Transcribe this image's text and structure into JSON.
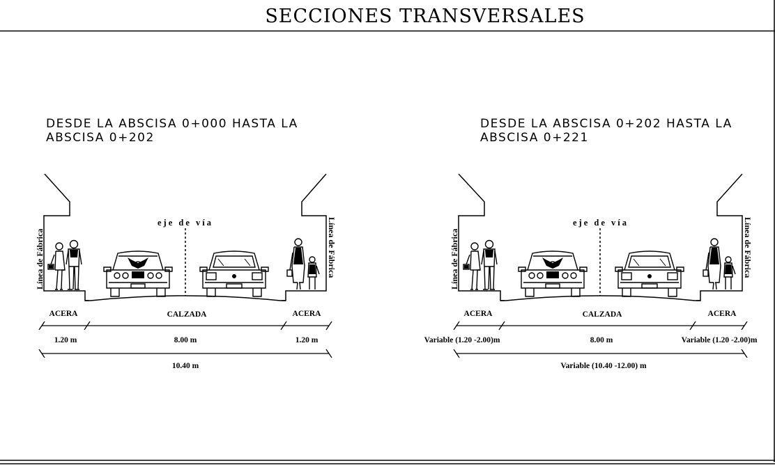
{
  "title": "SECCIONES TRANSVERSALES",
  "sections": [
    {
      "heading_line1": "DESDE LA ABSCISA 0+000 HASTA LA",
      "heading_line2": "ABSCISA 0+202",
      "axis_label": "eje de vía",
      "left_building_label": "Línea de Fábrica",
      "right_building_label": "Línea de Fábrica",
      "sidewalk_left_label": "ACERA",
      "roadway_label": "CALZADA",
      "sidewalk_right_label": "ACERA",
      "dim_sidewalk_left": "1.20 m",
      "dim_roadway": "8.00 m",
      "dim_sidewalk_right": "1.20 m",
      "dim_total": "10.40 m"
    },
    {
      "heading_line1": "DESDE LA ABSCISA 0+202 HASTA LA",
      "heading_line2": "ABSCISA 0+221",
      "axis_label": "eje de vía",
      "left_building_label": "Línea de Fábrica",
      "right_building_label": "Línea de Fábrica",
      "sidewalk_left_label": "ACERA",
      "roadway_label": "CALZADA",
      "sidewalk_right_label": "ACERA",
      "dim_sidewalk_left": "Variable (1.20 -2.00)m",
      "dim_roadway": "8.00 m",
      "dim_sidewalk_right": "Variable (1.20 -2.00)m",
      "dim_total": "Variable (10.40 -12.00) m"
    }
  ],
  "line_color": "#000000",
  "icons": [
    "pedestrian-couple-icon",
    "car-front-icon",
    "car-rear-icon",
    "pedestrian-adult-child-icon"
  ]
}
